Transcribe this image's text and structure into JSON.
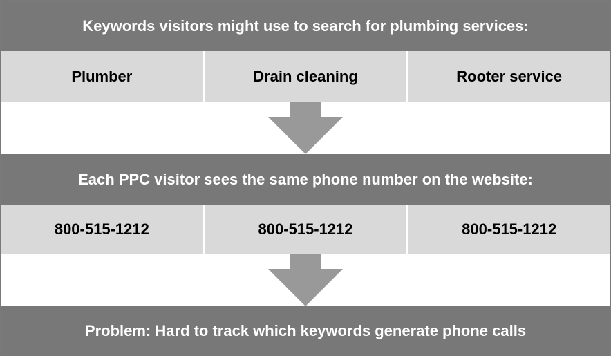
{
  "header": {
    "text": "Keywords visitors might use to search for plumbing services:"
  },
  "keywords": [
    {
      "label": "Plumber"
    },
    {
      "label": "Drain cleaning"
    },
    {
      "label": "Rooter service"
    }
  ],
  "middle": {
    "text": "Each PPC visitor sees the same phone number on the website:"
  },
  "phones": [
    {
      "label": "800-515-1212"
    },
    {
      "label": "800-515-1212"
    },
    {
      "label": "800-515-1212"
    }
  ],
  "footer": {
    "text": "Problem: Hard to track which keywords generate phone calls"
  },
  "colors": {
    "banner": "#787878",
    "cell": "#d9d9d9",
    "arrow": "#999999",
    "text_on_banner": "#ffffff",
    "text_on_cell": "#000000"
  },
  "icons": {
    "arrow": "down-arrow-icon"
  }
}
